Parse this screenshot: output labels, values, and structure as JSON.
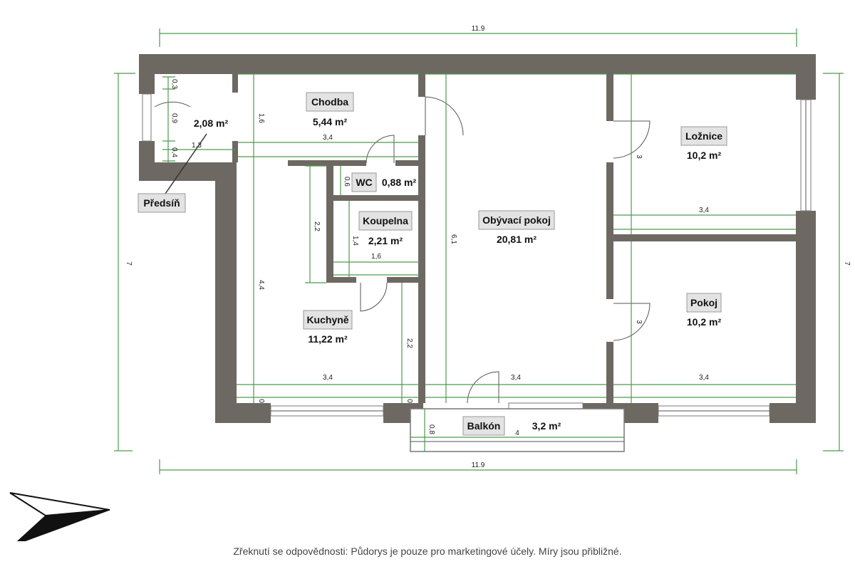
{
  "dimensions": {
    "top_width": "11.9",
    "bottom_width": "11.9",
    "left_height": "7",
    "right_height": "7",
    "entry_a": "0,3",
    "entry_b": "0,9",
    "entry_c": "0,4",
    "entry_w": "1,3",
    "hall_h": "1,6",
    "hall_w": "3,4",
    "wc_h": "0,6",
    "bath_outer_h": "2,2",
    "bath_h": "1,4",
    "bath_w": "1,6",
    "living_h": "6,1",
    "kitchen_h": "4,4",
    "kitchen_small_h": "2,2",
    "kitchen_w": "3,4",
    "living_w": "3,4",
    "bedroom_w": "3,4",
    "room_w": "3,4",
    "bed_door": "3",
    "room_door": "3",
    "balcony_h": "0,8",
    "balcony_w": "4",
    "zero_a": "0",
    "zero_b": "0"
  },
  "rooms": {
    "chodba": {
      "name": "Chodba",
      "area": "5,44 m²"
    },
    "predsin": {
      "name": "Předsíň",
      "area": "2,08 m²"
    },
    "wc": {
      "name": "WC",
      "area": "0,88 m²"
    },
    "koupelna": {
      "name": "Koupelna",
      "area": "2,21 m²"
    },
    "obyvaci": {
      "name": "Obývací pokoj",
      "area": "20,81 m²"
    },
    "loznice": {
      "name": "Ložnice",
      "area": "10,2 m²"
    },
    "pokoj": {
      "name": "Pokoj",
      "area": "10,2 m²"
    },
    "kuchyne": {
      "name": "Kuchyně",
      "area": "11,22 m²"
    },
    "balkon": {
      "name": "Balkón",
      "area": "3,2 m²"
    }
  },
  "disclaimer": "Zřeknutí se odpovědnosti: Půdorys je pouze pro marketingové účely. Míry jsou přibližné.",
  "colors": {
    "wall": "#6e6862",
    "dimension": "#4e9a4e",
    "label_box": "#e3e3e3"
  },
  "icons": {
    "compass": "north-arrow-icon"
  }
}
